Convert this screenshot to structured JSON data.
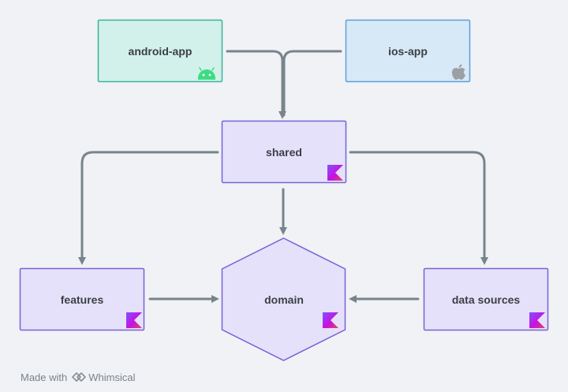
{
  "nodes": {
    "android_app": {
      "label": "android-app",
      "icon": "android-icon"
    },
    "ios_app": {
      "label": "ios-app",
      "icon": "apple-icon"
    },
    "shared": {
      "label": "shared",
      "icon": "kotlin-icon"
    },
    "features": {
      "label": "features",
      "icon": "kotlin-icon"
    },
    "domain": {
      "label": "domain",
      "icon": "kotlin-icon"
    },
    "data_sources": {
      "label": "data sources",
      "icon": "kotlin-icon"
    }
  },
  "edges": [
    {
      "from": "android-app",
      "to": "shared"
    },
    {
      "from": "ios-app",
      "to": "shared"
    },
    {
      "from": "shared",
      "to": "features"
    },
    {
      "from": "shared",
      "to": "domain"
    },
    {
      "from": "shared",
      "to": "data sources"
    },
    {
      "from": "features",
      "to": "domain"
    },
    {
      "from": "data sources",
      "to": "domain"
    }
  ],
  "footer": {
    "made_with": "Made with",
    "brand": "Whimsical",
    "icon": "whimsical-logo-icon"
  },
  "colors": {
    "background": "#f0f2f6",
    "android_fill": "#d2f1ea",
    "android_stroke": "#3ab49a",
    "ios_fill": "#d7e8f7",
    "ios_stroke": "#5ba0d8",
    "module_fill": "#e5e1fb",
    "module_stroke": "#7a62d6",
    "arrow": "#78848c",
    "label": "#3b3f45",
    "android_green": "#3ddc84",
    "apple_gray": "#9aa0a6"
  }
}
